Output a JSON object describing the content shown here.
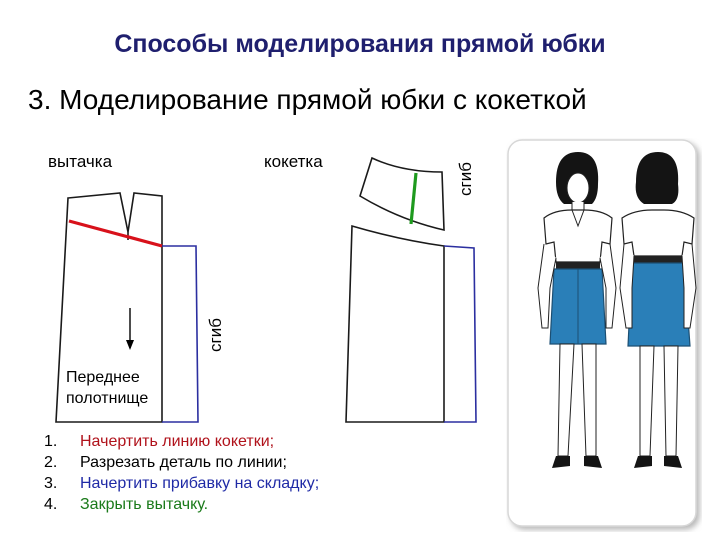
{
  "title": "Способы моделирования прямой юбки",
  "subtitle": "3. Моделирование прямой юбки с кокеткой",
  "labels": {
    "dart": "вытачка",
    "yoke": "кокетка",
    "fold_right": "сгиб",
    "fold_left": "сгиб",
    "front_panel_line1": "Переднее",
    "front_panel_line2": "полотнище"
  },
  "steps": [
    {
      "num": "1.",
      "text": "Начертить линию кокетки;",
      "color": "#b0121b"
    },
    {
      "num": "2.",
      "text": "Разрезать деталь по линии;",
      "color": "#000000"
    },
    {
      "num": "3.",
      "text": "Начертить прибавку на складку;",
      "color": "#1f2aa6"
    },
    {
      "num": "4.",
      "text": "Закрыть вытачку.",
      "color": "#1a7a1a"
    }
  ],
  "colors": {
    "title": "#1f1f6e",
    "yoke_line": "#d8111b",
    "fold_line": "#1e9a1e",
    "pleat_allowance": "#2b2fa0",
    "skirt_fill": "#2a7fb8"
  },
  "illustration": "two-women-in-blue-skirts-icon"
}
